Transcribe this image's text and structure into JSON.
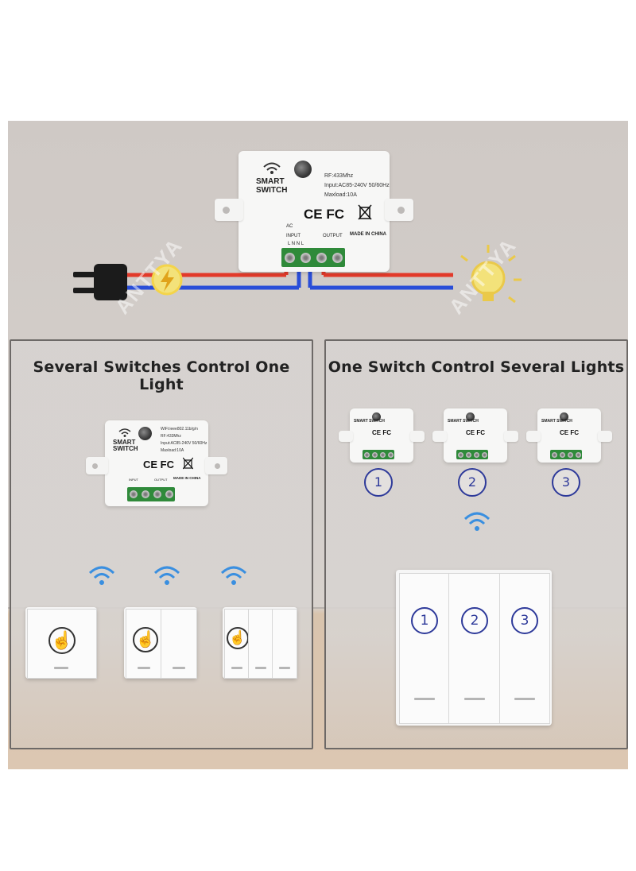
{
  "watermark": "ANTTYA",
  "main_module": {
    "icon": "wifi-signal-icon",
    "label_line1": "SMART",
    "label_line2": "SWITCH",
    "spec_rf": "RF:433Mhz",
    "spec_input": "Input:AC85-240V 50/60Hz",
    "spec_maxload": "Maxload:10A",
    "cert_marks": "CE FC",
    "made_in": "MADE IN CHINA",
    "ac_label": "AC",
    "input_label": "INPUT",
    "output_label": "OUTPUT",
    "term_letters": "L  N  N  L"
  },
  "wiring": {
    "plug_icon": "power-plug-icon",
    "bolt_icon": "lightning-bolt-icon",
    "bulb_icon": "light-bulb-icon",
    "colors": {
      "live": "#e23a2a",
      "neutral": "#2a4ed8",
      "bulb": "#f3e27a"
    }
  },
  "left_panel": {
    "title": "Several Switches Control One Light",
    "module": {
      "label_line1": "SMART",
      "label_line2": "SWITCH",
      "spec_wifi": "WiFi:ieee802.11b/g/n",
      "spec_rf": "RF:433Mhz",
      "spec_input": "Input:AC85-240V 50/60Hz",
      "spec_maxload": "Maxload:10A",
      "made_in": "MADE IN CHINA",
      "input_label": "INPUT",
      "output_label": "OUTPUT"
    },
    "switches": [
      {
        "gangs": 1,
        "icon": "touch-hand-icon"
      },
      {
        "gangs": 2,
        "icon": "touch-hand-icon"
      },
      {
        "gangs": 3,
        "icon": "touch-hand-icon"
      }
    ]
  },
  "right_panel": {
    "title": "One Switch Control Several Lights",
    "modules": [
      {
        "number": "1",
        "label": "SMART SWITCH"
      },
      {
        "number": "2",
        "label": "SMART SWITCH"
      },
      {
        "number": "3",
        "label": "SMART SWITCH"
      }
    ],
    "switch_buttons": [
      "1",
      "2",
      "3"
    ]
  },
  "accent_colors": {
    "wifi_blue": "#3a8fe0",
    "number_blue": "#2e3a9a",
    "terminal_green": "#2f8a3a"
  }
}
